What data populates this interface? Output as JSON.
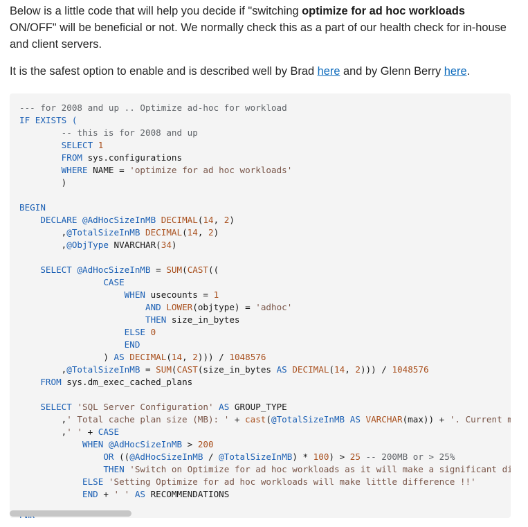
{
  "intro": {
    "p1_before": "Below is a little code that will help you decide if \"switching ",
    "p1_bold": "optimize for ad hoc workloads",
    "p1_after": " ON/OFF\" will be beneficial or not. We normally check this as a part of our health check for in-house and client servers.",
    "p2_before": "It is the safest option to enable and is described well by Brad ",
    "p2_link1": "here",
    "p2_middle": " and by Glenn Berry ",
    "p2_link2": "here",
    "p2_after": "."
  },
  "code_lines": [
    [
      {
        "t": "--- for 2008 and up .. Optimize ad-hoc for workload",
        "c": "comment"
      }
    ],
    [
      {
        "t": "IF EXISTS (",
        "c": "kw"
      }
    ],
    [
      {
        "t": "        "
      },
      {
        "t": "-- this is for 2008 and up",
        "c": "comment"
      }
    ],
    [
      {
        "t": "        "
      },
      {
        "t": "SELECT",
        "c": "kw"
      },
      {
        "t": " "
      },
      {
        "t": "1",
        "c": "num"
      }
    ],
    [
      {
        "t": "        "
      },
      {
        "t": "FROM",
        "c": "kw"
      },
      {
        "t": " sys.configurations"
      }
    ],
    [
      {
        "t": "        "
      },
      {
        "t": "WHERE",
        "c": "kw"
      },
      {
        "t": " NAME = "
      },
      {
        "t": "'optimize for ad hoc workloads'",
        "c": "str"
      }
    ],
    [
      {
        "t": "        )"
      }
    ],
    [
      {
        "t": ""
      }
    ],
    [
      {
        "t": "BEGIN",
        "c": "kw"
      }
    ],
    [
      {
        "t": "    "
      },
      {
        "t": "DECLARE",
        "c": "kw"
      },
      {
        "t": " "
      },
      {
        "t": "@AdHocSizeInMB",
        "c": "kw"
      },
      {
        "t": " "
      },
      {
        "t": "DECIMAL",
        "c": "fn"
      },
      {
        "t": "("
      },
      {
        "t": "14",
        "c": "num"
      },
      {
        "t": ", "
      },
      {
        "t": "2",
        "c": "num"
      },
      {
        "t": ")"
      }
    ],
    [
      {
        "t": "        ,"
      },
      {
        "t": "@TotalSizeInMB",
        "c": "kw"
      },
      {
        "t": " "
      },
      {
        "t": "DECIMAL",
        "c": "fn"
      },
      {
        "t": "("
      },
      {
        "t": "14",
        "c": "num"
      },
      {
        "t": ", "
      },
      {
        "t": "2",
        "c": "num"
      },
      {
        "t": ")"
      }
    ],
    [
      {
        "t": "        ,"
      },
      {
        "t": "@ObjType",
        "c": "kw"
      },
      {
        "t": " NVARCHAR("
      },
      {
        "t": "34",
        "c": "num"
      },
      {
        "t": ")"
      }
    ],
    [
      {
        "t": ""
      }
    ],
    [
      {
        "t": "    "
      },
      {
        "t": "SELECT",
        "c": "kw"
      },
      {
        "t": " "
      },
      {
        "t": "@AdHocSizeInMB",
        "c": "kw"
      },
      {
        "t": " = "
      },
      {
        "t": "SUM",
        "c": "fn"
      },
      {
        "t": "("
      },
      {
        "t": "CAST",
        "c": "fn"
      },
      {
        "t": "(("
      }
    ],
    [
      {
        "t": "                "
      },
      {
        "t": "CASE",
        "c": "kw"
      }
    ],
    [
      {
        "t": "                    "
      },
      {
        "t": "WHEN",
        "c": "kw"
      },
      {
        "t": " usecounts = "
      },
      {
        "t": "1",
        "c": "num"
      }
    ],
    [
      {
        "t": "                        "
      },
      {
        "t": "AND",
        "c": "kw"
      },
      {
        "t": " "
      },
      {
        "t": "LOWER",
        "c": "fn"
      },
      {
        "t": "(objtype) = "
      },
      {
        "t": "'adhoc'",
        "c": "str"
      }
    ],
    [
      {
        "t": "                        "
      },
      {
        "t": "THEN",
        "c": "kw"
      },
      {
        "t": " size_in_bytes"
      }
    ],
    [
      {
        "t": "                    "
      },
      {
        "t": "ELSE",
        "c": "kw"
      },
      {
        "t": " "
      },
      {
        "t": "0",
        "c": "num"
      }
    ],
    [
      {
        "t": "                    "
      },
      {
        "t": "END",
        "c": "kw"
      }
    ],
    [
      {
        "t": "                ) "
      },
      {
        "t": "AS",
        "c": "kw"
      },
      {
        "t": " "
      },
      {
        "t": "DECIMAL",
        "c": "fn"
      },
      {
        "t": "("
      },
      {
        "t": "14",
        "c": "num"
      },
      {
        "t": ", "
      },
      {
        "t": "2",
        "c": "num"
      },
      {
        "t": "))) / "
      },
      {
        "t": "1048576",
        "c": "num"
      }
    ],
    [
      {
        "t": "        ,"
      },
      {
        "t": "@TotalSizeInMB",
        "c": "kw"
      },
      {
        "t": " = "
      },
      {
        "t": "SUM",
        "c": "fn"
      },
      {
        "t": "("
      },
      {
        "t": "CAST",
        "c": "fn"
      },
      {
        "t": "(size_in_bytes "
      },
      {
        "t": "AS",
        "c": "kw"
      },
      {
        "t": " "
      },
      {
        "t": "DECIMAL",
        "c": "fn"
      },
      {
        "t": "("
      },
      {
        "t": "14",
        "c": "num"
      },
      {
        "t": ", "
      },
      {
        "t": "2",
        "c": "num"
      },
      {
        "t": "))) / "
      },
      {
        "t": "1048576",
        "c": "num"
      }
    ],
    [
      {
        "t": "    "
      },
      {
        "t": "FROM",
        "c": "kw"
      },
      {
        "t": " sys.dm_exec_cached_plans"
      }
    ],
    [
      {
        "t": ""
      }
    ],
    [
      {
        "t": "    "
      },
      {
        "t": "SELECT",
        "c": "kw"
      },
      {
        "t": " "
      },
      {
        "t": "'SQL Server Configuration'",
        "c": "str"
      },
      {
        "t": " "
      },
      {
        "t": "AS",
        "c": "kw"
      },
      {
        "t": " GROUP_TYPE"
      }
    ],
    [
      {
        "t": "        ,"
      },
      {
        "t": "' Total cache plan size (MB): '",
        "c": "str"
      },
      {
        "t": " + "
      },
      {
        "t": "cast",
        "c": "fn"
      },
      {
        "t": "("
      },
      {
        "t": "@TotalSizeInMB",
        "c": "kw"
      },
      {
        "t": " "
      },
      {
        "t": "AS",
        "c": "kw"
      },
      {
        "t": " "
      },
      {
        "t": "VARCHAR",
        "c": "fn"
      },
      {
        "t": "(max)) + "
      },
      {
        "t": "'. Current memory occupied by adhoc plans only used once (MB):'",
        "c": "str"
      }
    ],
    [
      {
        "t": "        ,"
      },
      {
        "t": "' '",
        "c": "str"
      },
      {
        "t": " + "
      },
      {
        "t": "CASE",
        "c": "kw"
      }
    ],
    [
      {
        "t": "            "
      },
      {
        "t": "WHEN",
        "c": "kw"
      },
      {
        "t": " "
      },
      {
        "t": "@AdHocSizeInMB",
        "c": "kw"
      },
      {
        "t": " > "
      },
      {
        "t": "200",
        "c": "num"
      }
    ],
    [
      {
        "t": "                "
      },
      {
        "t": "OR",
        "c": "kw"
      },
      {
        "t": " (("
      },
      {
        "t": "@AdHocSizeInMB",
        "c": "kw"
      },
      {
        "t": " / "
      },
      {
        "t": "@TotalSizeInMB",
        "c": "kw"
      },
      {
        "t": ") * "
      },
      {
        "t": "100",
        "c": "num"
      },
      {
        "t": ") > "
      },
      {
        "t": "25",
        "c": "num"
      },
      {
        "t": " "
      },
      {
        "t": "-- 200MB or > 25%",
        "c": "comment"
      }
    ],
    [
      {
        "t": "                "
      },
      {
        "t": "THEN",
        "c": "kw"
      },
      {
        "t": " "
      },
      {
        "t": "'Switch on Optimize for ad hoc workloads as it will make a significant difference'",
        "c": "str"
      }
    ],
    [
      {
        "t": "            "
      },
      {
        "t": "ELSE",
        "c": "kw"
      },
      {
        "t": " "
      },
      {
        "t": "'Setting Optimize for ad hoc workloads will make little difference !!'",
        "c": "str"
      }
    ],
    [
      {
        "t": "            "
      },
      {
        "t": "END",
        "c": "kw"
      },
      {
        "t": " + "
      },
      {
        "t": "' '",
        "c": "str"
      },
      {
        "t": " "
      },
      {
        "t": "AS",
        "c": "kw"
      },
      {
        "t": " RECOMMENDATIONS"
      }
    ],
    [
      {
        "t": ""
      }
    ],
    [
      {
        "t": "END",
        "c": "kw"
      }
    ]
  ]
}
